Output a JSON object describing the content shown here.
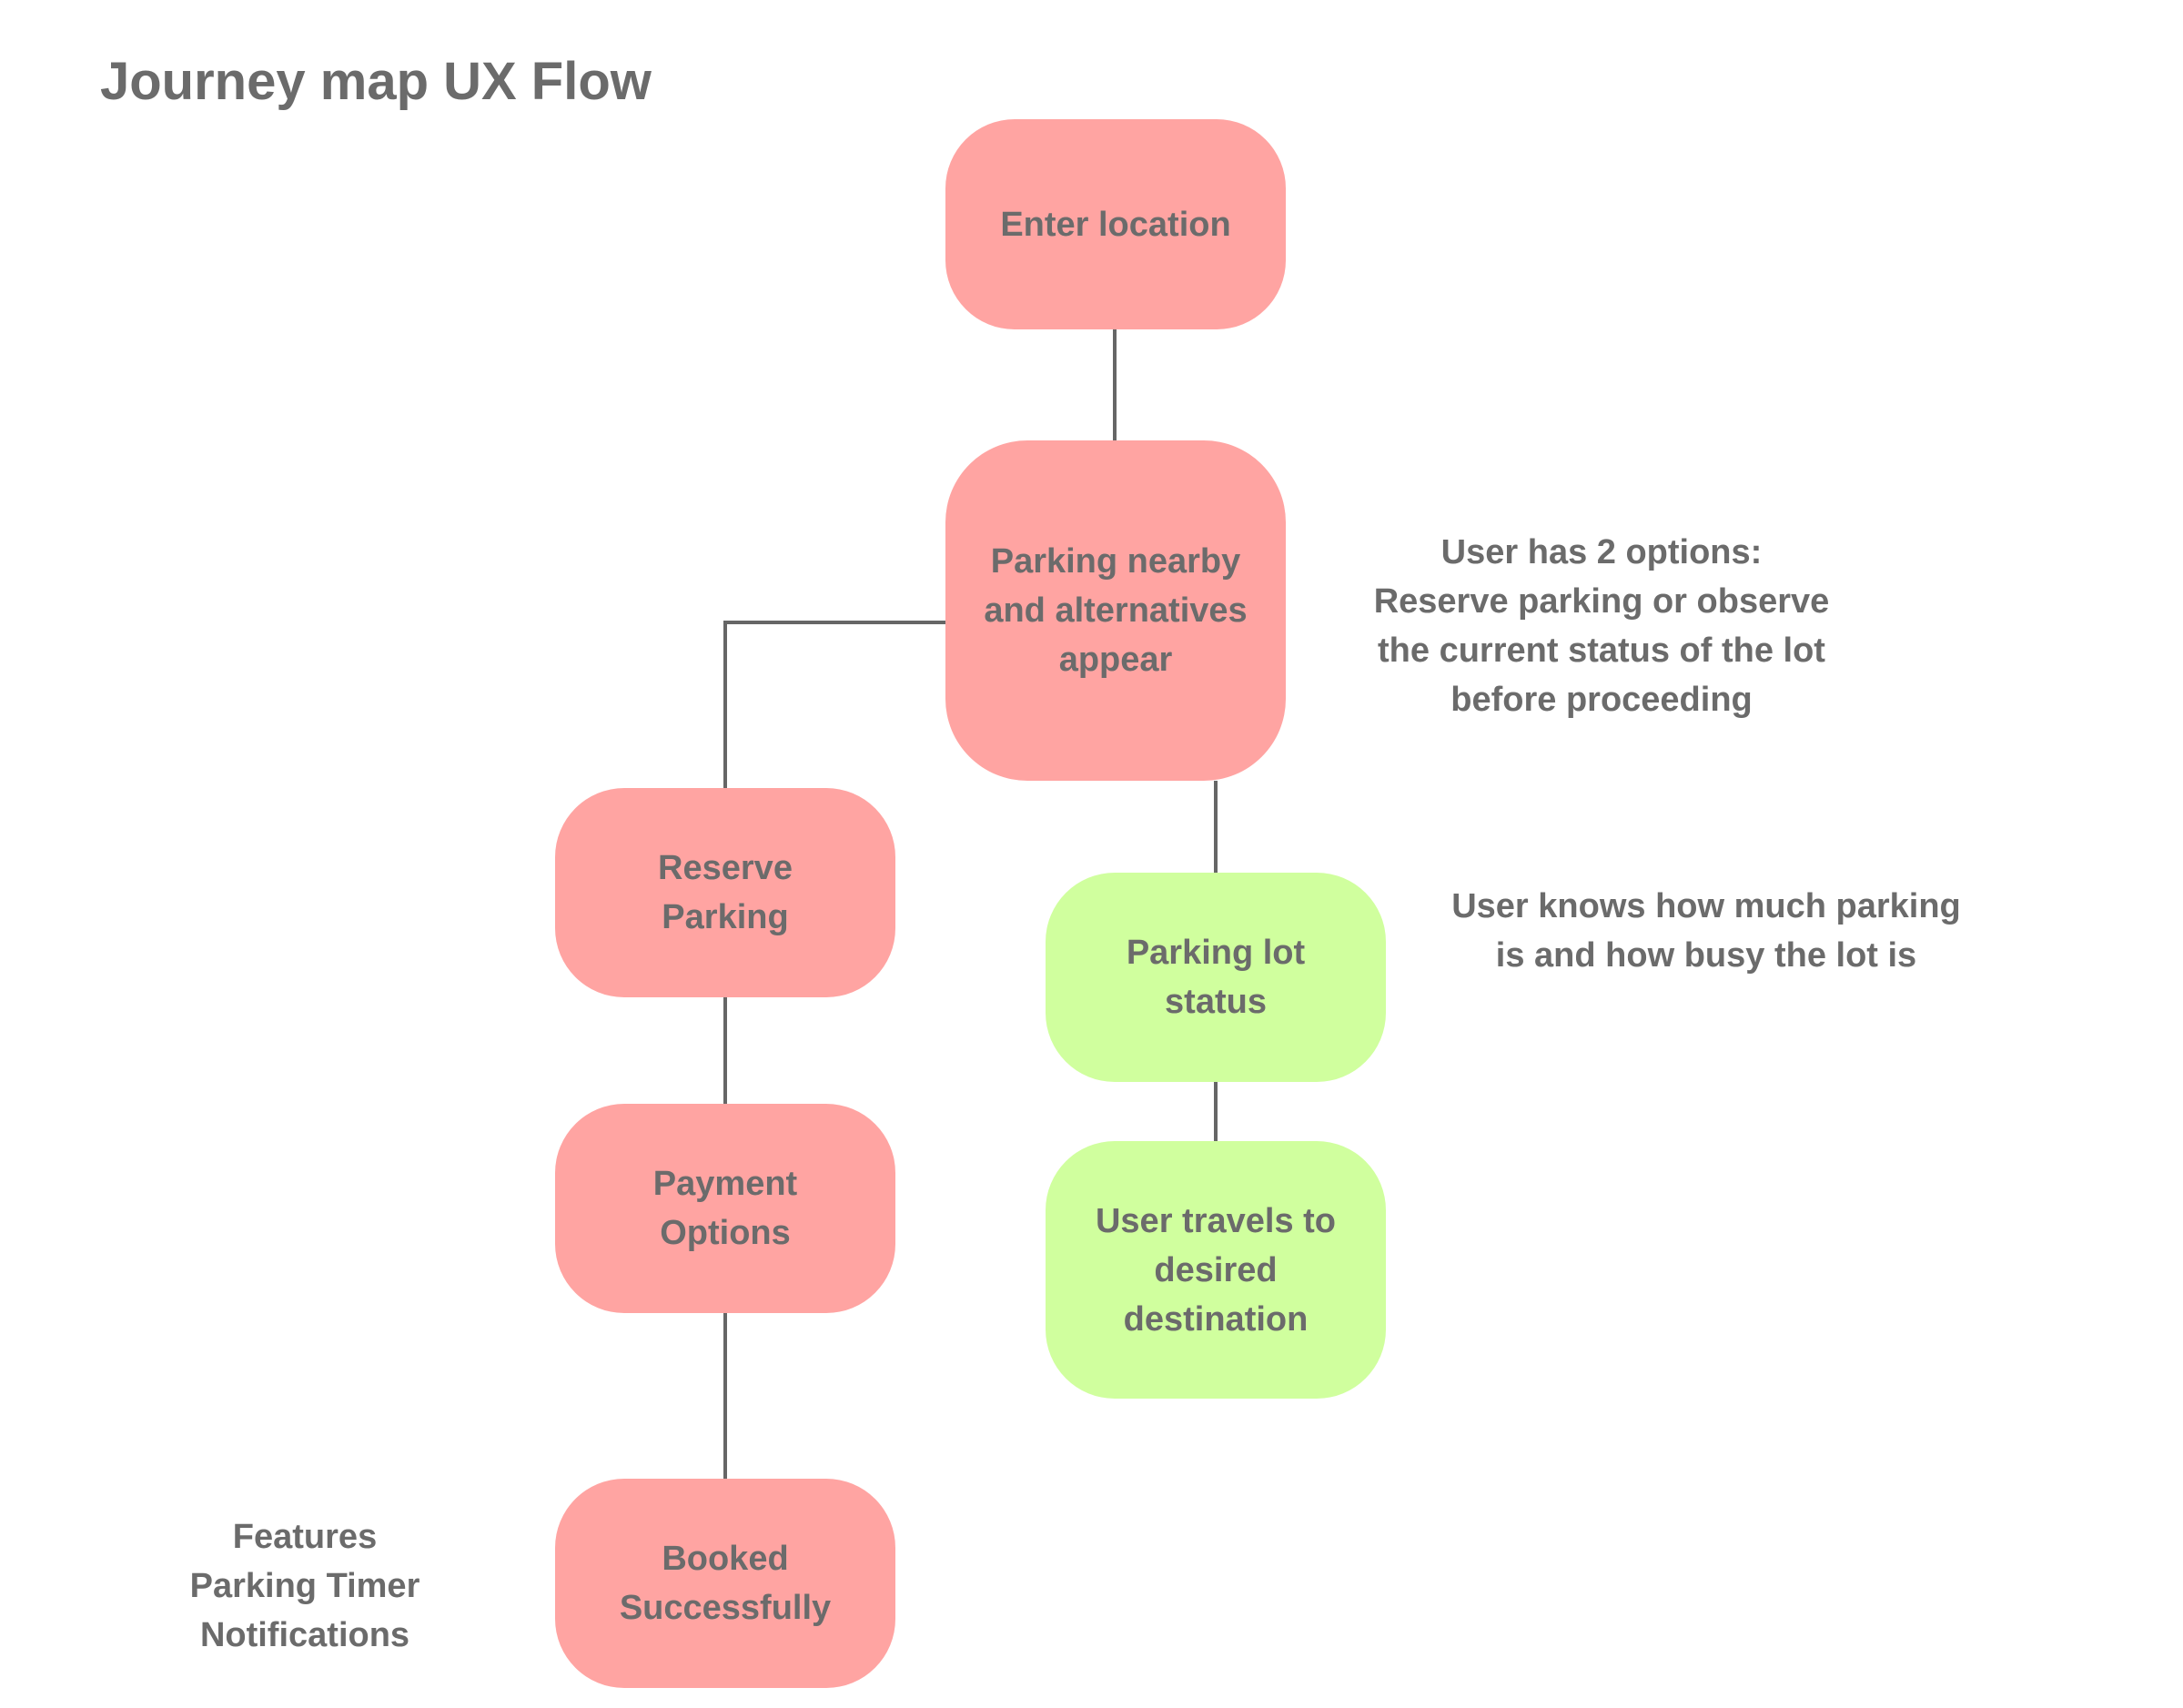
{
  "title": "Journey map UX Flow",
  "colors": {
    "primary_node": "#ffa4a2",
    "secondary_node": "#d0ff9e",
    "text": "#6b6b6b",
    "connector": "#666666"
  },
  "nodes": {
    "enter_location": "Enter location",
    "parking_nearby": "Parking nearby and alternatives appear",
    "reserve_parking": "Reserve Parking",
    "payment_options": "Payment Options",
    "booked_successfully": "Booked Successfully",
    "parking_lot_status": "Parking lot status",
    "user_travels": "User travels to desired destination"
  },
  "notes": {
    "two_options": "User has 2 options:\nReserve parking or observe the current status of the lot before proceeding",
    "lot_status": "User knows how much parking is and how busy the lot is",
    "features": "Features\nParking Timer\nNotifications"
  }
}
